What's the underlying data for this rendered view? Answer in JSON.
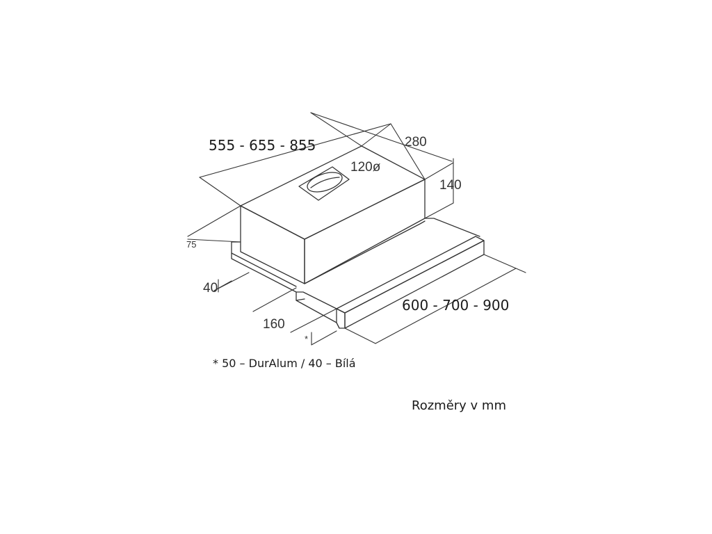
{
  "dimensions": {
    "width_range": "555 - 655 - 855",
    "depth": "280",
    "duct_diameter": "120ø",
    "height": "140",
    "offset_75": "75",
    "slide_height": "40",
    "panel_depth": "160",
    "front_width_range": "600 - 700 - 900",
    "asterisk": "*"
  },
  "note": "* 50 – DurAlum / 40 – Bílá",
  "units_caption": "Rozměry v mm",
  "colors": {
    "line": "#333333",
    "text": "#1a1a1a",
    "background": "#ffffff"
  }
}
